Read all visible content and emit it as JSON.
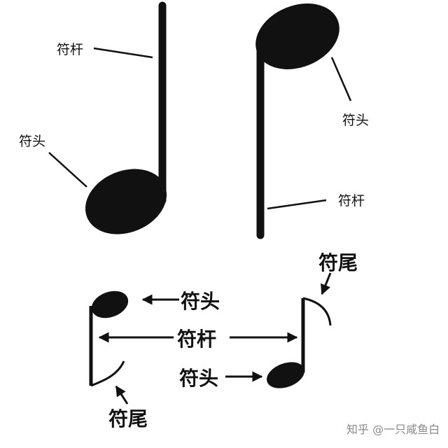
{
  "diagram": {
    "top_left_note": {
      "stem_label": "符杆",
      "head_label": "符头"
    },
    "top_right_note": {
      "head_label": "符头",
      "stem_label": "符杆"
    },
    "bottom": {
      "head_label_upper": "符头",
      "stem_label": "符杆",
      "head_label_lower": "符头",
      "flag_label_left": "符尾",
      "flag_label_right": "符尾"
    }
  },
  "watermark": "知乎 @一只咸鱼白",
  "colors": {
    "ink": "#111111",
    "background": "#ffffff",
    "watermark": "#8a8a8a"
  }
}
